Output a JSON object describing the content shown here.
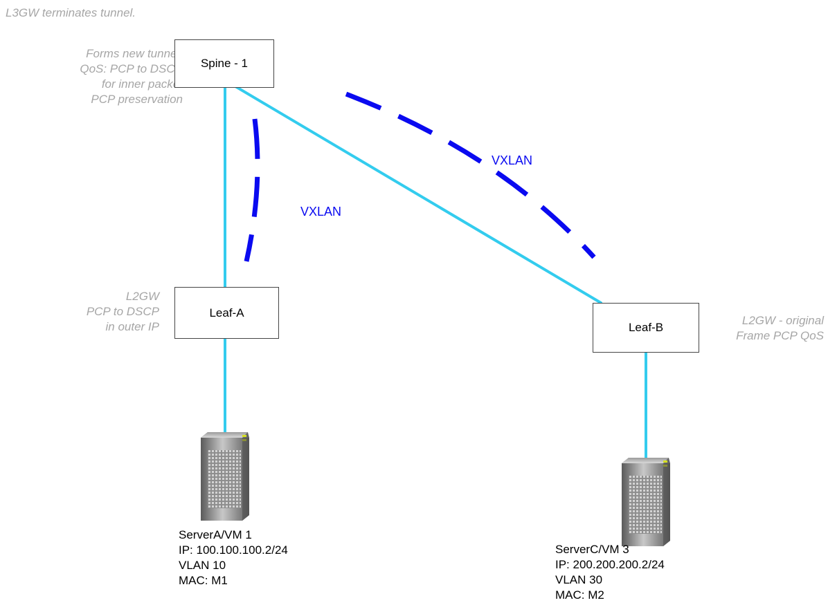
{
  "notes": {
    "l3gw_terminates": "L3GW terminates tunnel.",
    "spine_lines": [
      "Forms new tunnel.",
      "QoS: PCP to DSCP",
      "for inner packet",
      "PCP preservation"
    ],
    "leaf_a_lines": [
      "L2GW",
      "PCP to DSCP",
      "in outer IP"
    ],
    "leaf_b_lines": [
      "L2GW - original",
      "Frame PCP QoS"
    ]
  },
  "nodes": {
    "spine": "Spine - 1",
    "leaf_a": "Leaf-A",
    "leaf_b": "Leaf-B"
  },
  "tunnels": {
    "label_a": "VXLAN",
    "label_b": "VXLAN"
  },
  "servers": {
    "a": [
      "ServerA/VM 1",
      "IP: 100.100.100.2/24",
      "VLAN 10",
      "MAC: M1"
    ],
    "c": [
      "ServerC/VM 3",
      "IP: 200.200.200.2/24",
      "VLAN 30",
      "MAC: M2"
    ]
  },
  "colors": {
    "link": "#33ccee",
    "tunnel": "#0a0af0",
    "note": "#a6a6a6"
  },
  "icons": {
    "server": "server-tower-icon"
  }
}
